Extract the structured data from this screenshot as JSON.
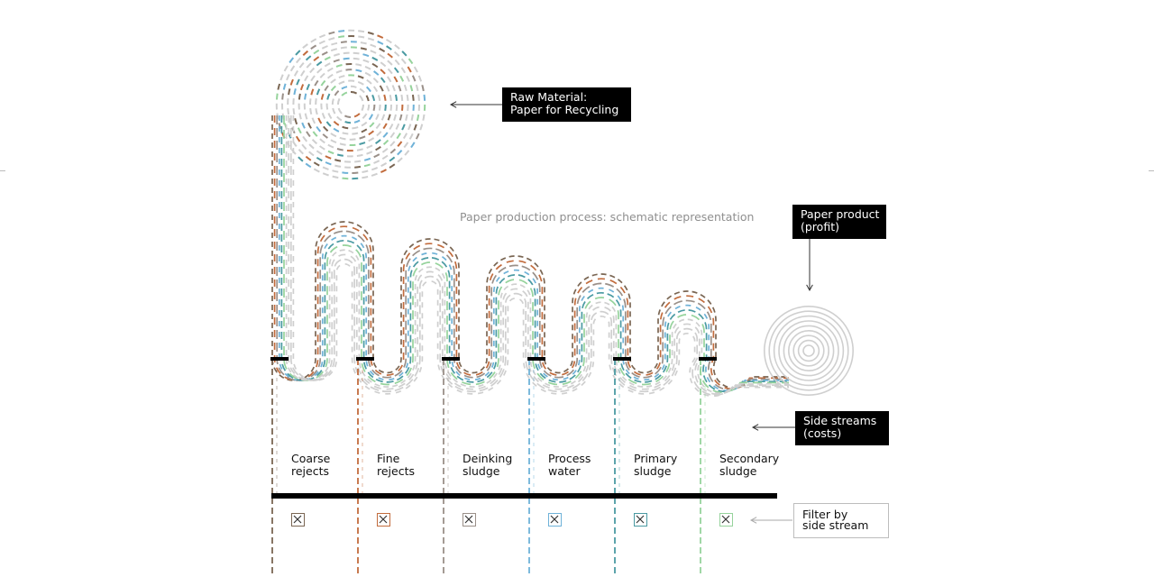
{
  "title": "Paper production process: schematic representation",
  "raw_material": {
    "line1": "Raw Material:",
    "line2": "Paper for Recycling"
  },
  "product": {
    "line1": "Paper product",
    "line2": "(profit)"
  },
  "side_streams": {
    "line1": "Side streams",
    "line2": "(costs)"
  },
  "filter": {
    "line1": "Filter by",
    "line2": "side stream"
  },
  "colors": {
    "coarse": "#7a6653",
    "fine": "#c26c3d",
    "deinking": "#9a9089",
    "water": "#6fb2d8",
    "primary": "#4a9aa2",
    "secondary": "#96d39c",
    "paper": "#cfcfcf",
    "text_muted": "#8f8f8f"
  },
  "streams": [
    {
      "key": "coarse",
      "line1": "Coarse",
      "line2": "rejects",
      "color": "#7a6653",
      "checked": true
    },
    {
      "key": "fine",
      "line1": "Fine",
      "line2": "rejects",
      "color": "#c26c3d",
      "checked": true
    },
    {
      "key": "deinking",
      "line1": "Deinking",
      "line2": "sludge",
      "color": "#9a9089",
      "checked": true
    },
    {
      "key": "water",
      "line1": "Process",
      "line2": "water",
      "color": "#6fb2d8",
      "checked": true
    },
    {
      "key": "primary",
      "line1": "Primary",
      "line2": "sludge",
      "color": "#4a9aa2",
      "checked": true
    },
    {
      "key": "secondary",
      "line1": "Secondary",
      "line2": "sludge",
      "color": "#96d39c",
      "checked": true
    }
  ]
}
